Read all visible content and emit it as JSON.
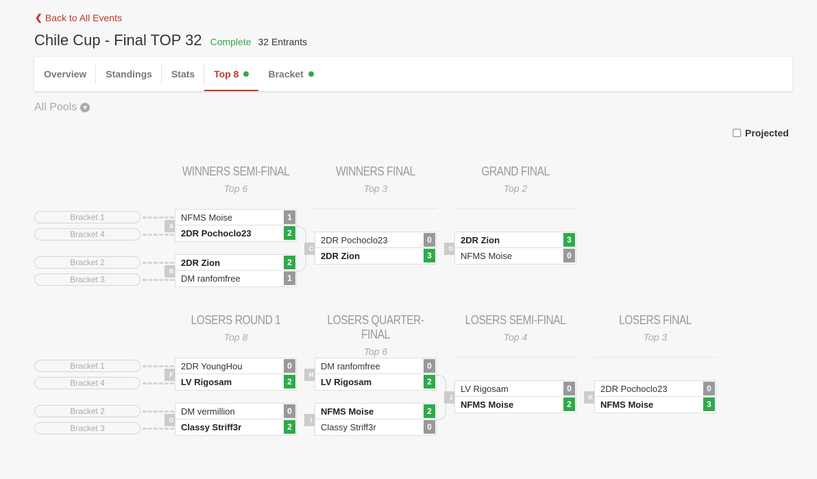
{
  "nav": {
    "back_label": "Back to All Events"
  },
  "event": {
    "title": "Chile Cup - Final TOP 32",
    "status": "Complete",
    "entrants": "32 Entrants"
  },
  "tabs": [
    {
      "label": "Overview"
    },
    {
      "label": "Standings"
    },
    {
      "label": "Stats"
    },
    {
      "label": "Top 8"
    },
    {
      "label": "Bracket"
    }
  ],
  "pools_label": "All Pools",
  "projected_label": "Projected",
  "rounds": {
    "winners_semi": {
      "title": "WINNERS SEMI-FINAL",
      "sub": "Top 6"
    },
    "winners_final": {
      "title": "WINNERS FINAL",
      "sub": "Top 3"
    },
    "grand_final": {
      "title": "GRAND FINAL",
      "sub": "Top 2"
    },
    "losers_r1": {
      "title": "LOSERS ROUND 1",
      "sub": "Top 8"
    },
    "losers_qf": {
      "title": "LOSERS QUARTER-FINAL",
      "sub": "Top 6"
    },
    "losers_sf": {
      "title": "LOSERS SEMI-FINAL",
      "sub": "Top 4"
    },
    "losers_final": {
      "title": "LOSERS FINAL",
      "sub": "Top 3"
    }
  },
  "pills": [
    "Bracket 1",
    "Bracket 4",
    "Bracket 2",
    "Bracket 3",
    "Bracket 1",
    "Bracket 4",
    "Bracket 2",
    "Bracket 3"
  ],
  "matches": {
    "A": {
      "id": "A",
      "p1": "NFMS Moise",
      "s1": "1",
      "p2": "2DR Pochoclo23",
      "s2": "2"
    },
    "B": {
      "id": "B",
      "p1": "2DR Zion",
      "s1": "2",
      "p2": "DM ranfomfree",
      "s2": "1"
    },
    "C": {
      "id": "C",
      "p1": "2DR Pochoclo23",
      "s1": "0",
      "p2": "2DR Zion",
      "s2": "3"
    },
    "D": {
      "id": "D",
      "p1": "2DR Zion",
      "s1": "3",
      "p2": "NFMS Moise",
      "s2": "0"
    },
    "F": {
      "id": "F",
      "p1": "2DR YoungHou",
      "s1": "0",
      "p2": "LV Rigosam",
      "s2": "2"
    },
    "G": {
      "id": "G",
      "p1": "DM vermillion",
      "s1": "0",
      "p2": "Classy Striff3r",
      "s2": "2"
    },
    "H": {
      "id": "H",
      "p1": "DM ranfomfree",
      "s1": "0",
      "p2": "LV Rigosam",
      "s2": "2"
    },
    "I": {
      "id": "I",
      "p1": "NFMS Moise",
      "s1": "2",
      "p2": "Classy Striff3r",
      "s2": "0"
    },
    "J": {
      "id": "J",
      "p1": "LV Rigosam",
      "s1": "0",
      "p2": "NFMS Moise",
      "s2": "2"
    },
    "K": {
      "id": "K",
      "p1": "2DR Pochoclo23",
      "s1": "0",
      "p2": "NFMS Moise",
      "s2": "3"
    }
  }
}
